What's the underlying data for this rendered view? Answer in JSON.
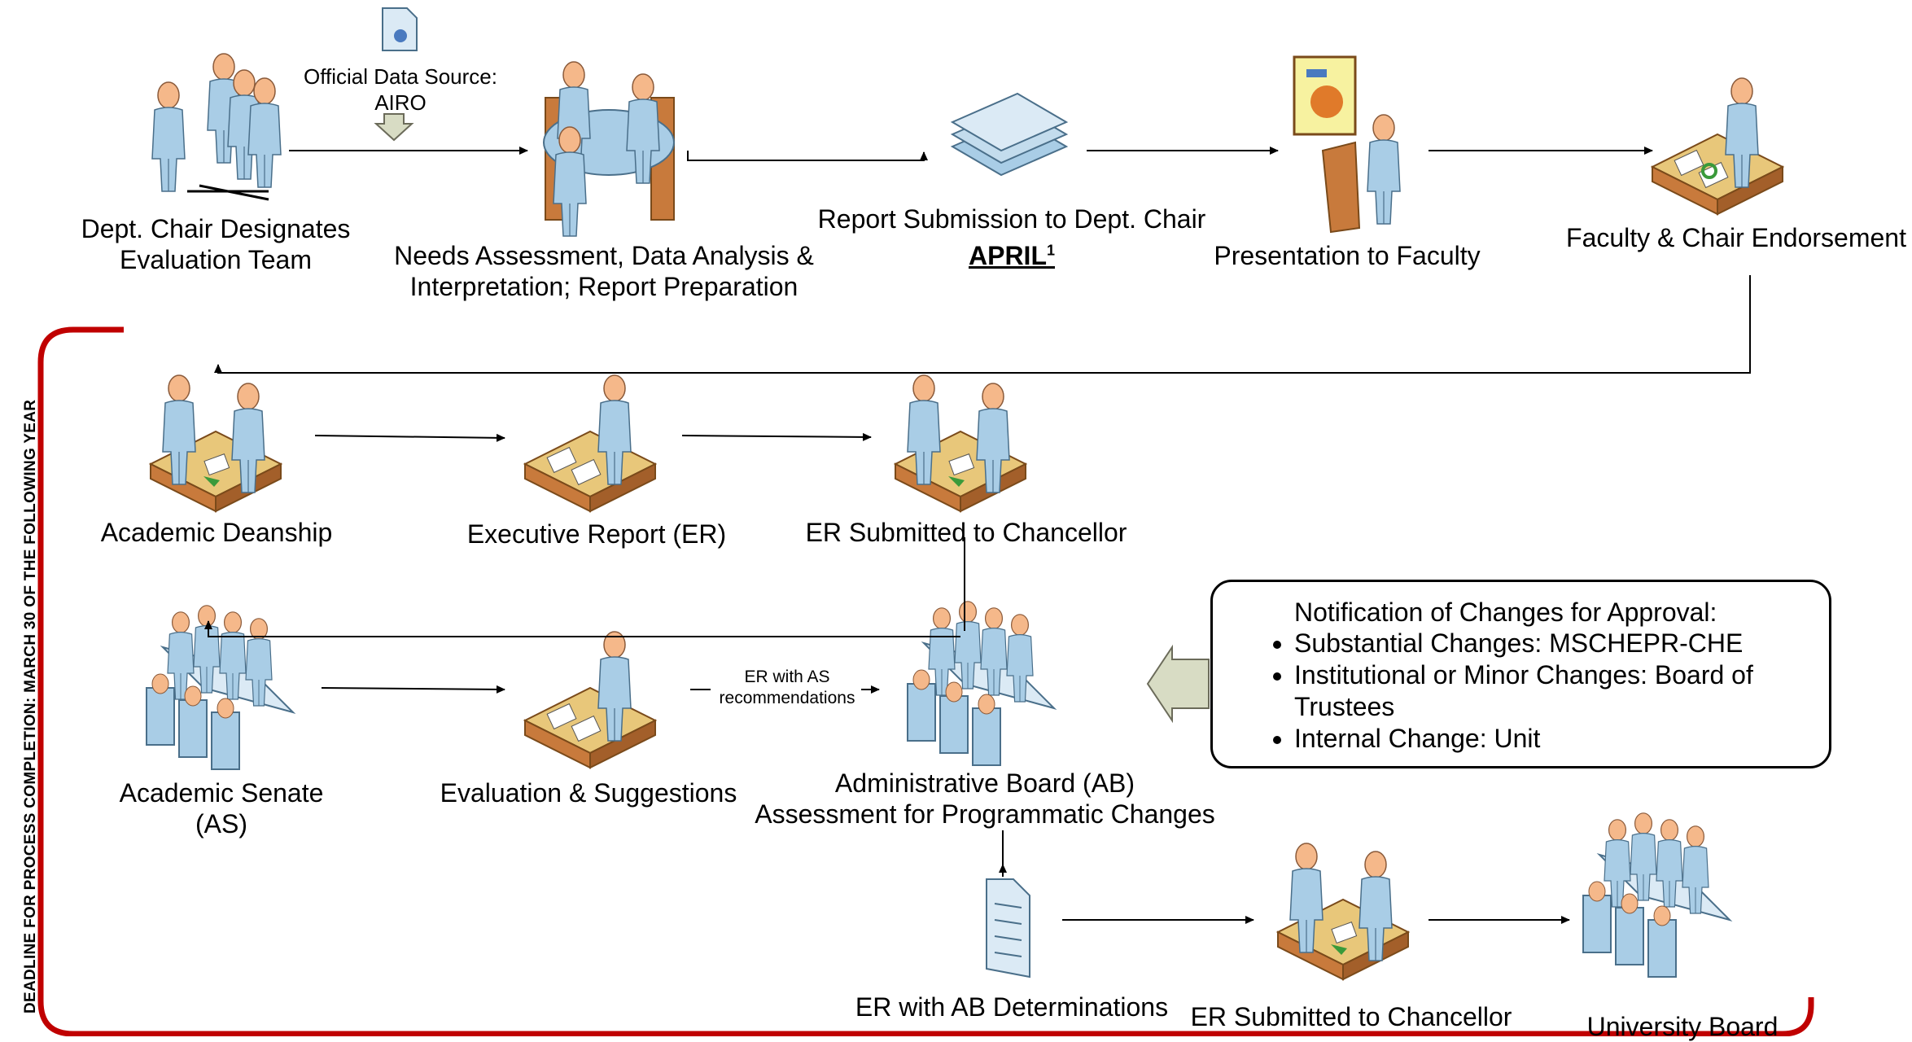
{
  "deadline_text": "DEADLINE FOR PROCESS COMPLETION: MARCH 30 OF THE FOLLOWING YEAR",
  "source": {
    "line1": "Official Data Source:",
    "line2": "AIRO"
  },
  "steps": {
    "evaluation_team": [
      "Dept. Chair Designates",
      "Evaluation Team"
    ],
    "needs_assessment": [
      "Needs Assessment, Data Analysis &",
      "Interpretation; Report Preparation"
    ],
    "report_submission": "Report Submission to Dept. Chair",
    "april": "APRIL",
    "april_note": "1",
    "presentation": "Presentation to Faculty",
    "endorsement": "Faculty & Chair Endorsement",
    "deanship": "Academic Deanship",
    "executive_report": "Executive Report (ER)",
    "er_chancellor_1": "ER Submitted to Chancellor",
    "senate": [
      "Academic Senate",
      "(AS)"
    ],
    "evaluation_suggestions": "Evaluation & Suggestions",
    "er_with_as": [
      "ER with AS",
      "recommendations"
    ],
    "admin_board": [
      "Administrative Board (AB)",
      "Assessment for Programmatic Changes"
    ],
    "er_ab_determinations": "ER with AB Determinations",
    "er_chancellor_2": "ER Submitted to Chancellor",
    "university_board": "University Board"
  },
  "notification": {
    "title": "Notification of Changes for Approval:",
    "items": [
      "Substantial Changes: MSCHEPR-CHE",
      "Institutional or Minor Changes: Board of Trustees",
      "Internal Change: Unit"
    ]
  },
  "colors": {
    "deadline_bracket": "#c00000",
    "figure": "#a9cde6",
    "head": "#f5b88a",
    "desk": "#c87a3c",
    "paper": "#dbeaf5"
  }
}
